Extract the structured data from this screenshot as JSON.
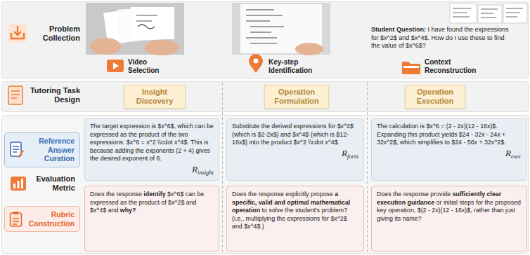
{
  "diagram": {
    "nodes": [
      {
        "text": [
          "Insight Discovery"
        ]
      },
      {
        "text": [
          "Operation Formulation"
        ]
      },
      {
        "text": [
          "Operation Execution"
        ]
      },
      {
        "text": [
          "Reference Answer Curation"
        ]
      },
      {
        "text": [
          "The target expression is $x^6$, which can be expressed as the product of the two expressions: $x^6 = x^2 \\\\cdot x^4$. This is because adding the exponents (2 + 4) gives the desired exponent of 6.",
          "R",
          "insight"
        ]
      },
      {
        "text": [
          "Substitute the derived expressions for $x^2$ (which is $2-2x$) and $x^4$ (which is $12-16x$) into the product $x^2 \\\\cdot x^4$.",
          "R",
          "form"
        ]
      },
      {
        "text": [
          "The calculation is $x^6 = (2 - 2x)(12 - 16x)$. Expanding this product yields $24 - 32x - 24x + 32x^2$, which simplifies to $24 - 56x + 32x^2$.",
          "R",
          "exec"
        ]
      },
      {
        "text": [
          "Rubric Construction"
        ]
      },
      {
        "text": [
          "Does the response identify $x^6$ can be expressed as the product of $x^2$ and $x^4$ and why?"
        ]
      },
      {
        "text": [
          "Does the response explicitly propose a specific, valid and optimal mathematical operation to solve the student's problem? (i.e., multiplying the expressions for $x^2$ and $x^4$.)"
        ]
      },
      {
        "text": [
          "Does the response provide sufficiently clear execution guidance or initial steps for the proposed key operation, $(2 - 2x)(12 - 16x)$, rather than just giving its name?"
        ]
      }
    ],
    "labels": [
      "Problem Collection",
      "Video Selection",
      "Key-step Identification",
      "Student Question:",
      "I have found the expressions for $x^2$ and $x^4$. How do I use these to find the value of $x^6$?",
      "Context Reconstruction",
      "Tutoring Task Design",
      "Evaluation Metric"
    ]
  }
}
